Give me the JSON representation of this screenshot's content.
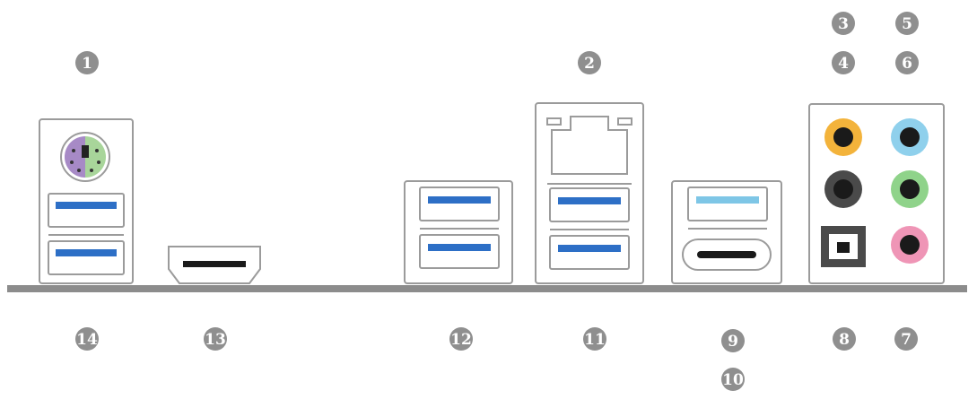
{
  "colors": {
    "outline": "#9b9b9b",
    "callout": "#8f8f8f",
    "callout_text": "#ffffff",
    "baseline": "#8c8c8c",
    "usb_blue": "#2d6fc6",
    "usb_light_blue": "#7ec6e6",
    "ps2_purple": "#a78ac6",
    "ps2_green": "#a8d59a",
    "audio_orange": "#f3b33b",
    "audio_light_blue": "#8fd0ec",
    "audio_black": "#4a4a4a",
    "audio_green": "#8fd38a",
    "audio_pink": "#ef95b6"
  },
  "callouts": {
    "c1": "1",
    "c2": "2",
    "c3": "3",
    "c4": "4",
    "c5": "5",
    "c6": "6",
    "c7": "7",
    "c8": "8",
    "c9": "9",
    "c10": "10",
    "c11": "11",
    "c12": "12",
    "c13": "13",
    "c14": "14"
  }
}
